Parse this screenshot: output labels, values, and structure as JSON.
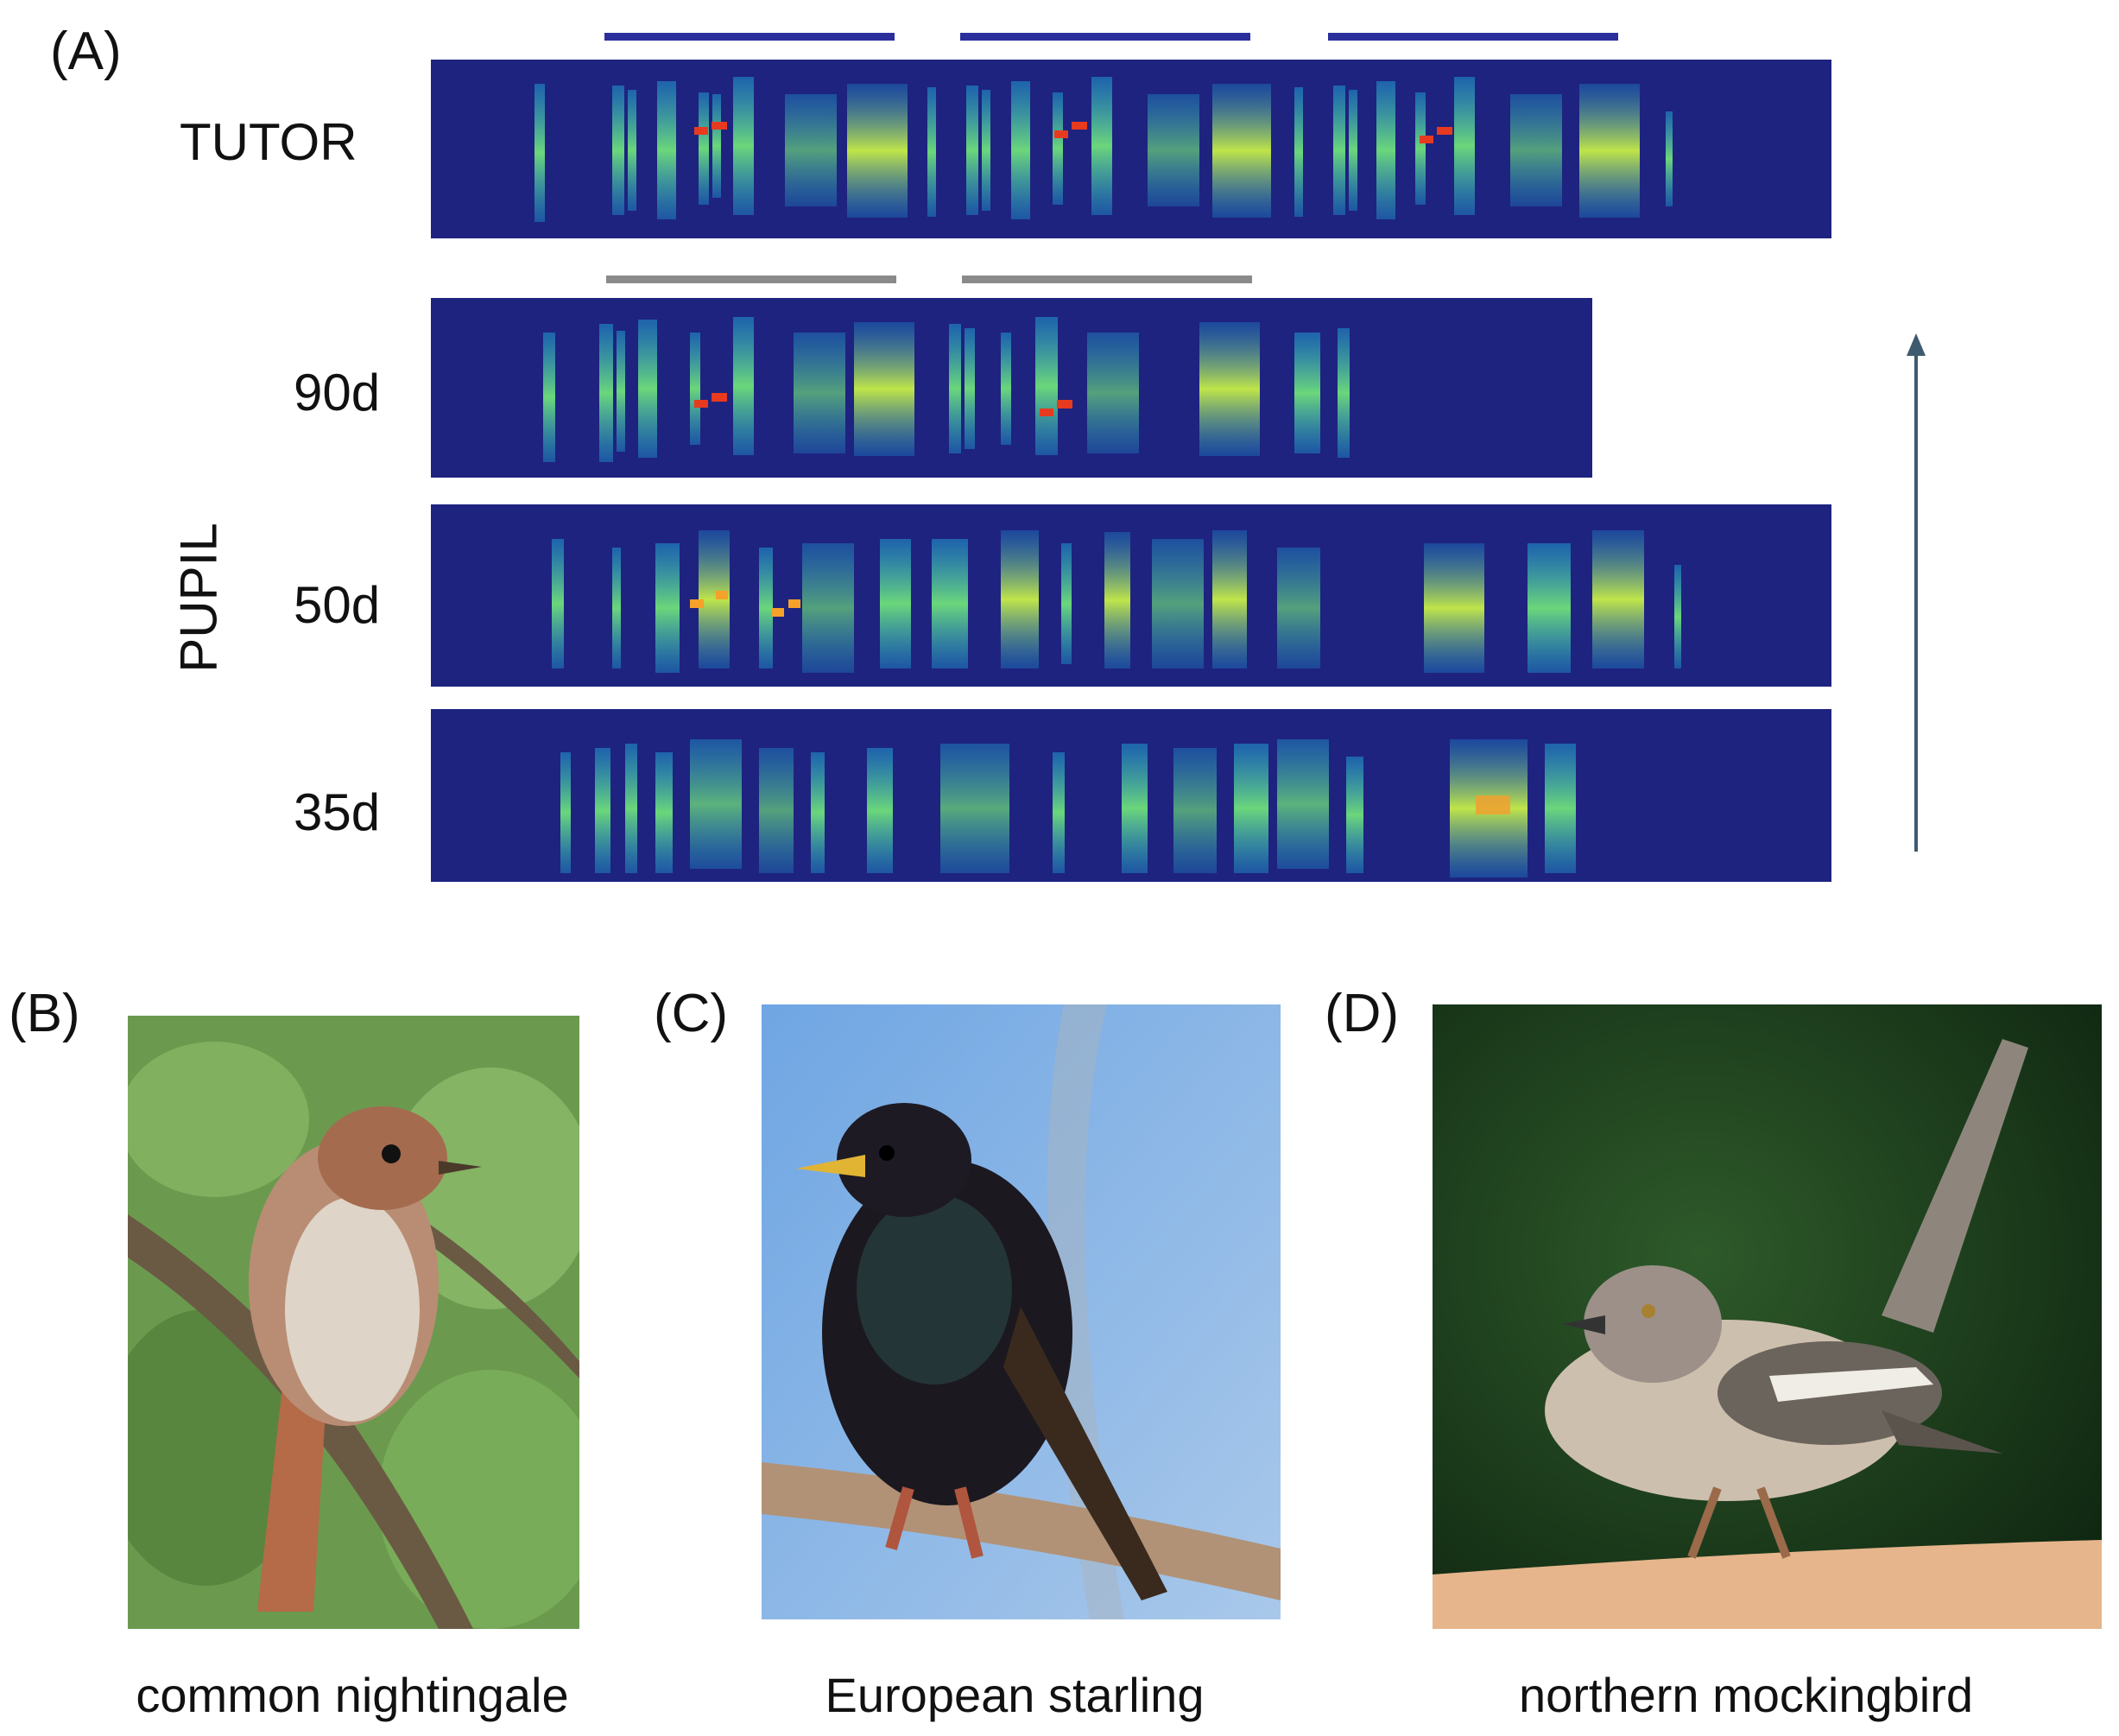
{
  "panel_a": {
    "label": "(A)",
    "tutor_label": "TUTOR",
    "pupil_label": "PUPIL",
    "ages": [
      "90d",
      "50d",
      "35d"
    ]
  },
  "panels": [
    {
      "label": "(B)",
      "caption": "common nightingale"
    },
    {
      "label": "(C)",
      "caption": "European starling"
    },
    {
      "label": "(D)",
      "caption": "northern mockingbird"
    }
  ],
  "colors": {
    "spectrogram_bg": "#1e237f",
    "tutor_motif_bar": "#2b2f9b",
    "pupil_motif_bar": "#8a8a8a",
    "arrow": "#3e5a6e"
  },
  "icons": {
    "development_arrow": "up-arrow-icon"
  }
}
